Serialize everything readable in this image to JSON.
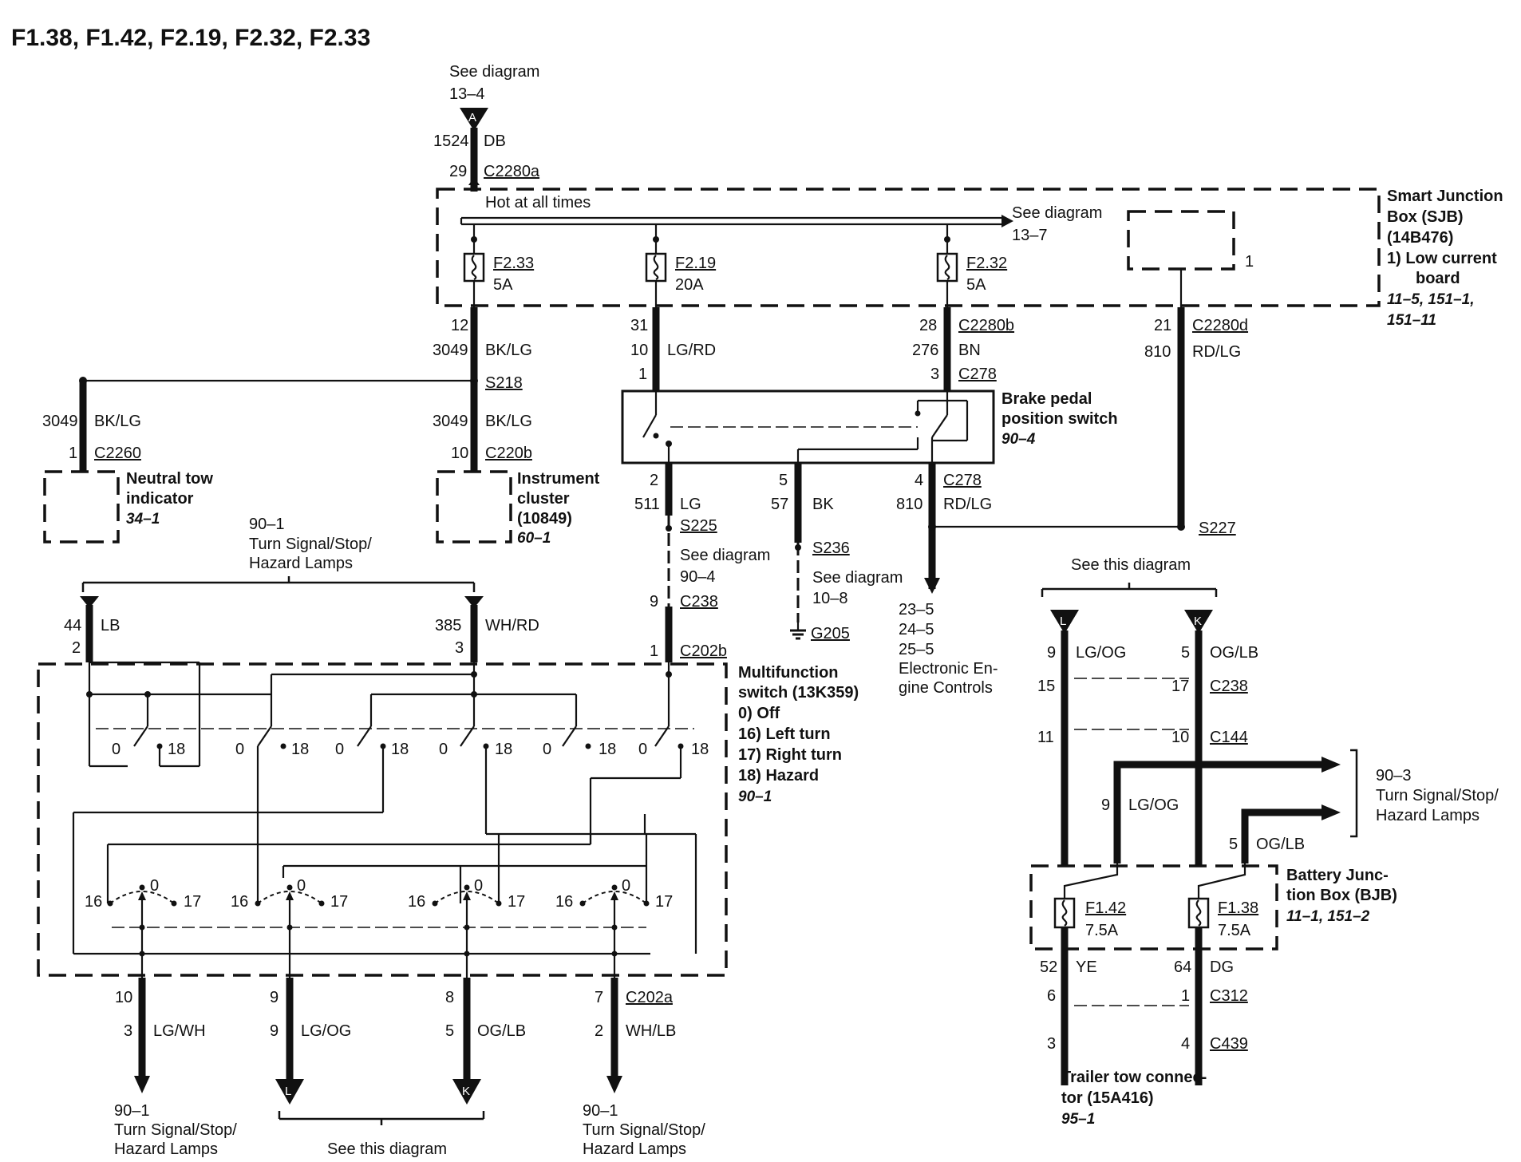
{
  "title": "F1.38, F1.42, F2.19, F2.32, F2.33",
  "top_ref": {
    "line1": "See diagram",
    "line2": "13–4",
    "connector": "A"
  },
  "top_wire": {
    "pin_left": "1524",
    "color": "DB",
    "pin": "29",
    "connector": "C2280a"
  },
  "sjb": {
    "hot_label": "Hot at all times",
    "see_line1": "See diagram",
    "see_line2": "13–7",
    "note_num": "1",
    "label_lines": [
      "Smart Junction",
      "Box (SJB)",
      "(14B476)",
      "1)  Low current",
      "board"
    ],
    "ref_lines": [
      "11–5, 151–1,",
      "151–11"
    ],
    "fuses": [
      {
        "name": "F2.33",
        "amp": "5A"
      },
      {
        "name": "F2.19",
        "amp": "20A"
      },
      {
        "name": "F2.32",
        "amp": "5A"
      }
    ]
  },
  "wires_below_sjb": {
    "w1": {
      "pin": "12",
      "circuit": "3049",
      "color": "BK/LG"
    },
    "w2": {
      "pin": "31",
      "circuit": "10",
      "color": "LG/RD",
      "bpp_pin": "1"
    },
    "w3": {
      "pin": "28",
      "connector": "C2280b",
      "circuit": "276",
      "color": "BN",
      "bpp_pin": "3",
      "bpp_connector": "C278"
    },
    "w4": {
      "pin": "21",
      "connector": "C2280d",
      "circuit": "810",
      "color": "RD/LG"
    }
  },
  "splice_s218": "S218",
  "neutral_tow": {
    "circuit": "3049",
    "color": "BK/LG",
    "pin": "1",
    "connector": "C2260",
    "label_lines": [
      "Neutral tow",
      "indicator"
    ],
    "ref": "34–1"
  },
  "cluster": {
    "circuit": "3049",
    "color": "BK/LG",
    "pin": "10",
    "connector": "C220b",
    "label_lines": [
      "Instrument",
      "cluster",
      "(10849)"
    ],
    "ref": "60–1"
  },
  "bpp": {
    "label_lines": [
      "Brake pedal",
      "position switch"
    ],
    "ref": "90–4",
    "out_lg": {
      "pin": "2",
      "circuit": "511",
      "color": "LG"
    },
    "out_bk": {
      "pin": "5",
      "circuit": "57",
      "color": "BK"
    },
    "out_rd": {
      "pin": "4",
      "connector": "C278",
      "circuit": "810",
      "color": "RD/LG"
    }
  },
  "s225": {
    "splice": "S225",
    "see_line1": "See diagram",
    "see_line2": "90–4",
    "pin": "9",
    "connector": "C238",
    "pin2": "1",
    "connector2": "C202b"
  },
  "s236": {
    "splice": "S236",
    "see_line1": "See diagram",
    "see_line2": "10–8",
    "ground": "G205"
  },
  "s227": "S227",
  "eec": {
    "refs": [
      "23–5",
      "24–5",
      "25–5"
    ],
    "label_lines": [
      "Electronic En-",
      "gine Controls"
    ]
  },
  "turn_ref_top": {
    "line1": "90–1",
    "line2": "Turn Signal/Stop/",
    "line3": "Hazard Lamps"
  },
  "mfs_inputs": {
    "lb": {
      "circuit": "44",
      "color": "LB",
      "pin": "2"
    },
    "whrd": {
      "circuit": "385",
      "color": "WH/RD",
      "pin": "3"
    }
  },
  "mfs": {
    "label_lines": [
      "Multifunction",
      "switch (13K359)",
      "0)   Off",
      "16)  Left turn",
      "17)  Right turn",
      "18)  Hazard"
    ],
    "ref": "90–1",
    "top_positions": [
      "0",
      "18",
      "0",
      "18",
      "0",
      "18",
      "0",
      "18",
      "0",
      "18",
      "0",
      "18"
    ],
    "bottom_positions": [
      "16",
      "0",
      "17",
      "16",
      "0",
      "17",
      "16",
      "0",
      "17",
      "16",
      "0",
      "17"
    ]
  },
  "mfs_outputs": [
    {
      "pin": "10",
      "circuit": "3",
      "color": "LG/WH"
    },
    {
      "pin": "9",
      "circuit": "9",
      "color": "LG/OG",
      "end": "L"
    },
    {
      "pin": "8",
      "circuit": "5",
      "color": "OG/LB",
      "end": "K"
    },
    {
      "pin": "7",
      "connector": "C202a",
      "circuit": "2",
      "color": "WH/LB"
    }
  ],
  "bottom_refs": {
    "left": {
      "line1": "90–1",
      "line2": "Turn Signal/Stop/",
      "line3": "Hazard Lamps"
    },
    "right": {
      "line1": "90–1",
      "line2": "Turn Signal/Stop/",
      "line3": "Hazard Lamps"
    },
    "center": "See this diagram"
  },
  "right_section": {
    "see_this": "See this diagram",
    "left_wire": {
      "connector": "L",
      "pin": "9",
      "color": "LG/OG",
      "c238_pin": "15",
      "c144_pin": "11"
    },
    "right_wire": {
      "connector": "K",
      "pin": "5",
      "color": "OG/LB",
      "c238_pin": "17",
      "c238": "C238",
      "c144_pin": "10",
      "c144": "C144"
    },
    "branch1": {
      "pin": "9",
      "color": "LG/OG"
    },
    "branch2": {
      "pin": "5",
      "color": "OG/LB"
    },
    "ref": {
      "line1": "90–3",
      "line2": "Turn Signal/Stop/",
      "line3": "Hazard Lamps"
    },
    "bjb": {
      "label_lines": [
        "Battery Junc-",
        "tion Box (BJB)"
      ],
      "ref": "11–1, 151–2",
      "fuse1": {
        "name": "F1.42",
        "amp": "7.5A"
      },
      "fuse2": {
        "name": "F1.38",
        "amp": "7.5A"
      }
    },
    "out_left": {
      "circuit": "52",
      "color": "YE",
      "c312_pin": "6",
      "c439_pin": "3"
    },
    "out_right": {
      "circuit": "64",
      "color": "DG",
      "c312_pin": "1",
      "c312": "C312",
      "c439_pin": "4",
      "c439": "C439"
    },
    "trailer": {
      "label_lines": [
        "Trailer tow connec-",
        "tor (15A416)"
      ],
      "ref": "95–1"
    }
  }
}
